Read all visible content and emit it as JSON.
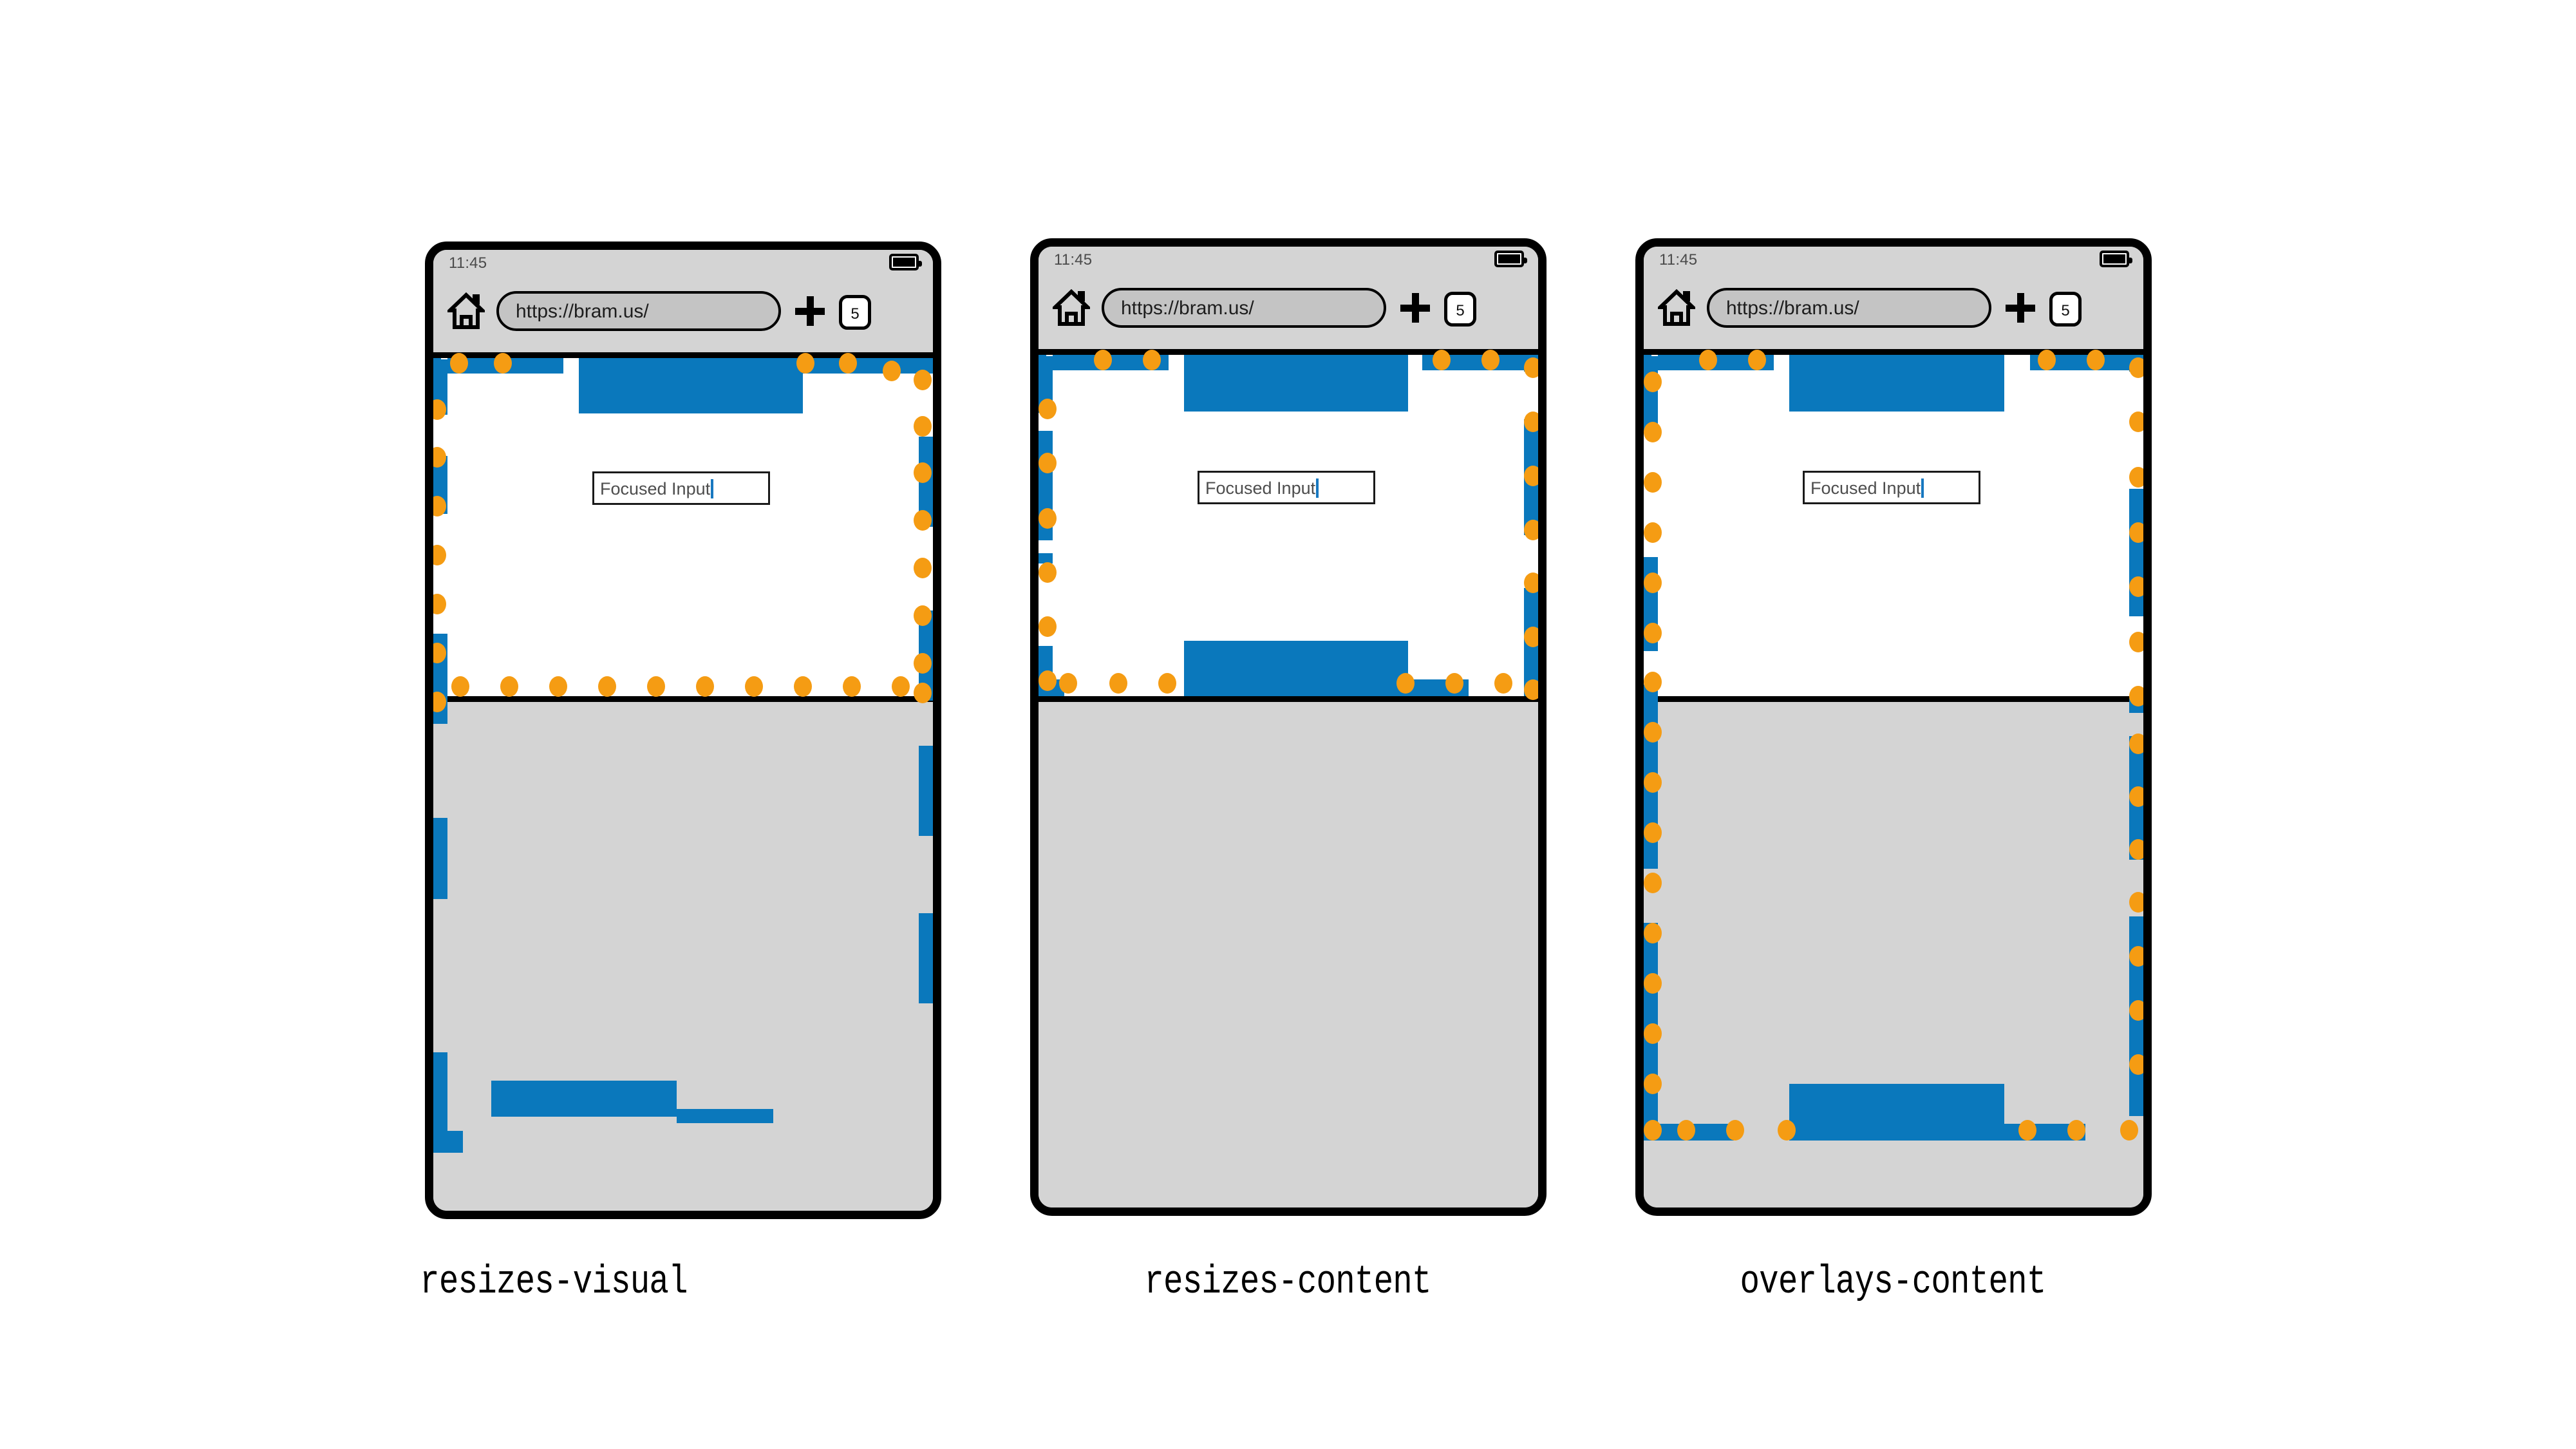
{
  "diagram": {
    "title_present": false,
    "colors": {
      "viewport_marker_blue": "#0a78bc",
      "viewport_marker_orange": "#f59c13",
      "phone_frame": "#000000",
      "chrome_bg": "#d4d4d4",
      "keyboard_bg": "#d4d4d4",
      "content_bg": "#ffffff",
      "caret": "#1878c0"
    },
    "marker_legend": {
      "blue_segments": "layout-viewport edge",
      "orange_dots": "visual-viewport edge"
    }
  },
  "phones": [
    {
      "id": "resizes-visual",
      "caption": "resizes-visual",
      "status": {
        "clock": "11:45",
        "battery_icon": "battery-full-icon"
      },
      "toolbar": {
        "home_icon": "home-icon",
        "url": "https://bram.us/",
        "add_tab_icon": "plus-icon",
        "tab_count": "5"
      },
      "input": {
        "value": "Focused Input",
        "caret": true
      },
      "keyboard_visible": true
    },
    {
      "id": "resizes-content",
      "caption": "resizes-content",
      "status": {
        "clock": "11:45",
        "battery_icon": "battery-full-icon"
      },
      "toolbar": {
        "home_icon": "home-icon",
        "url": "https://bram.us/",
        "add_tab_icon": "plus-icon",
        "tab_count": "5"
      },
      "input": {
        "value": "Focused Input",
        "caret": true
      },
      "keyboard_visible": true
    },
    {
      "id": "overlays-content",
      "caption": "overlays-content",
      "status": {
        "clock": "11:45",
        "battery_icon": "battery-full-icon"
      },
      "toolbar": {
        "home_icon": "home-icon",
        "url": "https://bram.us/",
        "add_tab_icon": "plus-icon",
        "tab_count": "5"
      },
      "input": {
        "value": "Focused Input",
        "caret": true
      },
      "keyboard_visible": true
    }
  ]
}
